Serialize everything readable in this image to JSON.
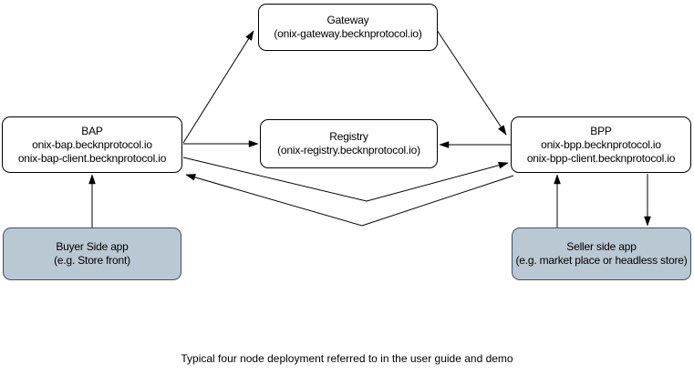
{
  "diagram": {
    "caption": "Typical four node deployment referred to in the user guide and demo",
    "colors": {
      "background": "#ffffff",
      "node_fill": "#ffffff",
      "node_stroke": "#000000",
      "app_node_fill": "#bac8d3",
      "app_node_stroke": "#39536b",
      "edge_color": "#000000"
    },
    "nodes": {
      "gateway": {
        "title": "Gateway",
        "subtitle": "(onix-gateway.becknprotocol.io)"
      },
      "bap": {
        "title": "BAP",
        "line1": "onix-bap.becknprotocol.io",
        "line2": "onix-bap-client.becknprotocol.io"
      },
      "registry": {
        "title": "Registry",
        "subtitle": "(onix-registry.becknprotocol.io)"
      },
      "bpp": {
        "title": "BPP",
        "line1": "onix-bpp.becknprotocol.io",
        "line2": "onix-bpp-client.becknprotocol.io"
      },
      "buyer_app": {
        "title": "Buyer Side app",
        "subtitle": "(e.g. Store front)"
      },
      "seller_app": {
        "title": "Seller side app",
        "subtitle": "(e.g. market place or headless store)"
      }
    },
    "edges": [
      {
        "from": "bap",
        "to": "gateway",
        "arrowhead_at": "gateway"
      },
      {
        "from": "gateway",
        "to": "bpp",
        "arrowhead_at": "bpp"
      },
      {
        "from": "bap",
        "to": "registry",
        "arrowhead_at": "registry"
      },
      {
        "from": "bpp",
        "to": "registry",
        "arrowhead_at": "registry"
      },
      {
        "from": "bap",
        "to": "bpp",
        "arrowhead_at": "bpp"
      },
      {
        "from": "bpp",
        "to": "bap",
        "arrowhead_at": "bap"
      },
      {
        "from": "buyer_app",
        "to": "bap",
        "arrowhead_at": "bap"
      },
      {
        "from": "seller_app",
        "to": "bpp",
        "arrowhead_at": "bpp"
      },
      {
        "from": "bpp",
        "to": "seller_app",
        "arrowhead_at": "seller_app"
      }
    ]
  }
}
